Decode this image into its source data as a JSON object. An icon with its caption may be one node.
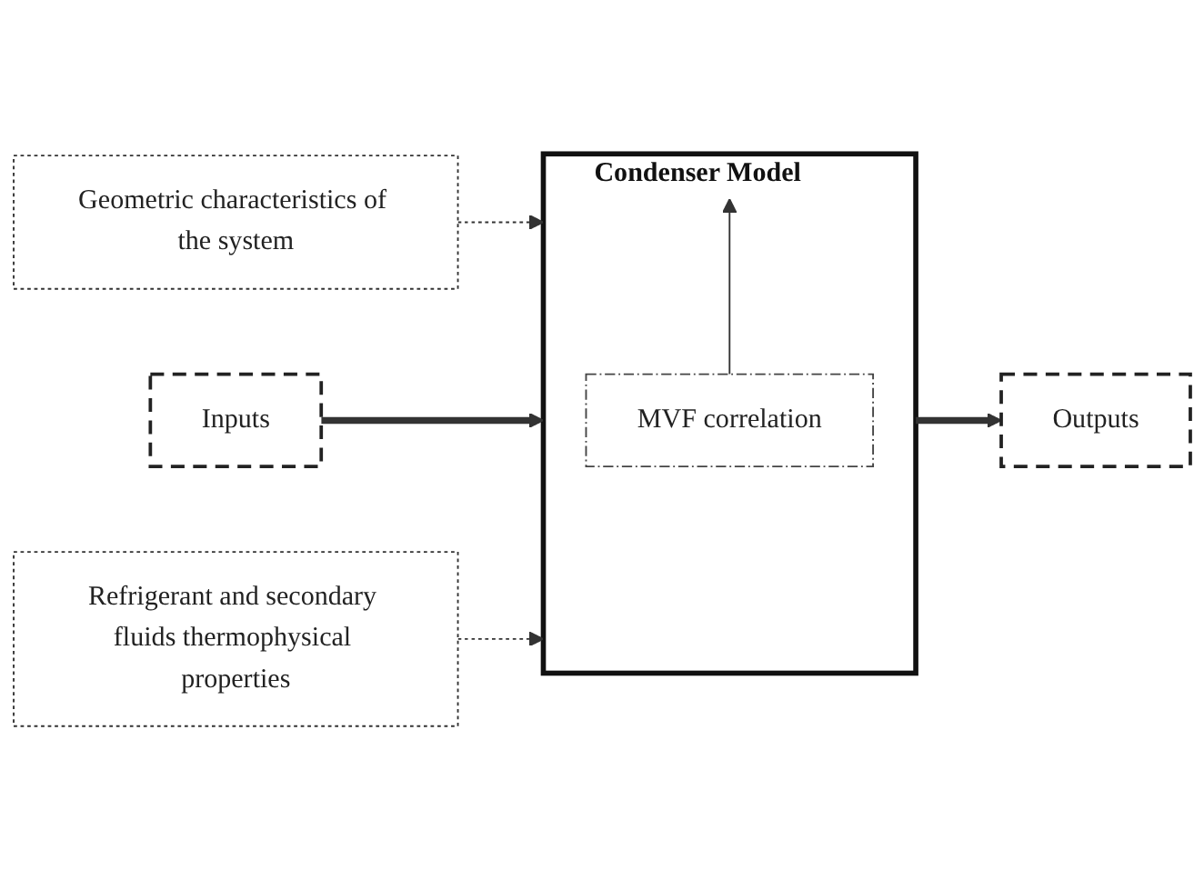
{
  "diagram": {
    "nodes": [
      {
        "text": [
          "Geometric characteristics of the system"
        ]
      },
      {
        "text": [
          "Inputs"
        ]
      },
      {
        "text": [
          "Condenser Model"
        ]
      },
      {
        "text": [
          "MVF correlation"
        ],
        "in": 2
      },
      {
        "text": [
          "Outputs"
        ]
      },
      {
        "text": [
          "Refrigerant and secondary fluids thermophysical properties"
        ]
      }
    ],
    "edges": [
      {
        "from": 0,
        "to": 2,
        "arrow": "to",
        "style": "dashed"
      },
      {
        "from": 1,
        "to": 2,
        "arrow": "to",
        "style": "thick"
      },
      {
        "from": 3,
        "to": 2,
        "arrow": "to"
      },
      {
        "from": 2,
        "to": 4,
        "arrow": "to",
        "style": "thick"
      },
      {
        "from": 5,
        "to": 2,
        "arrow": "to",
        "style": "dashed"
      }
    ]
  }
}
